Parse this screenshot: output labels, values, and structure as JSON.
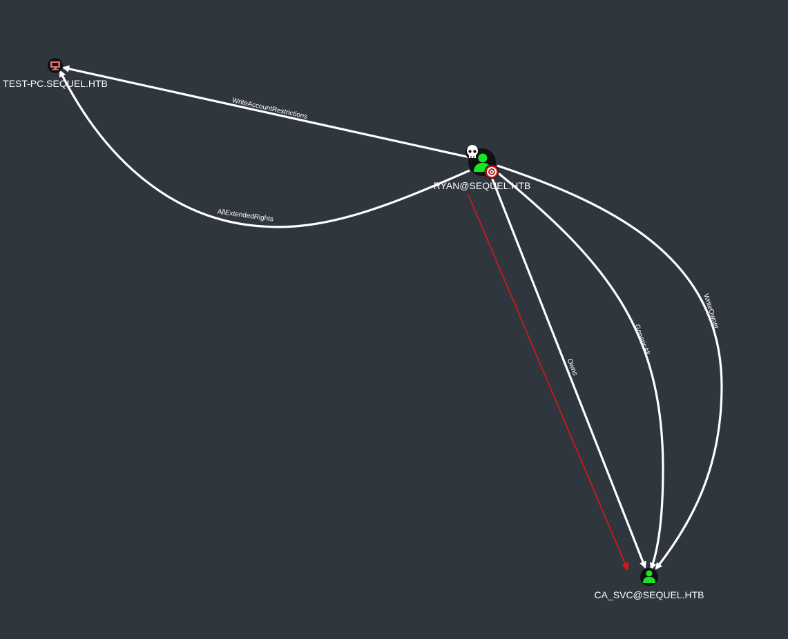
{
  "nodes": {
    "test_pc": {
      "label": "TEST-PC.SEQUEL.HTB",
      "type": "computer",
      "icon": "computer-icon",
      "color": "#e57373"
    },
    "ryan": {
      "label": "RYAN@SEQUEL.HTB",
      "type": "user",
      "icon": "user-icon",
      "color": "#17e625",
      "badges": [
        "skull-icon",
        "target-icon"
      ]
    },
    "ca_svc": {
      "label": "CA_SVC@SEQUEL.HTB",
      "type": "user",
      "icon": "user-icon",
      "color": "#17e625"
    }
  },
  "edges": {
    "write_account_restrictions": "WriteAccountRestrictions",
    "all_extended_rights": "AllExtendedRights",
    "owns": "Owns",
    "generic_all": "GenericAll",
    "write_owner": "WriteOwner"
  },
  "colors": {
    "background": "#2f363d",
    "edge": "#ffffff",
    "highlight_edge": "#e01515"
  }
}
